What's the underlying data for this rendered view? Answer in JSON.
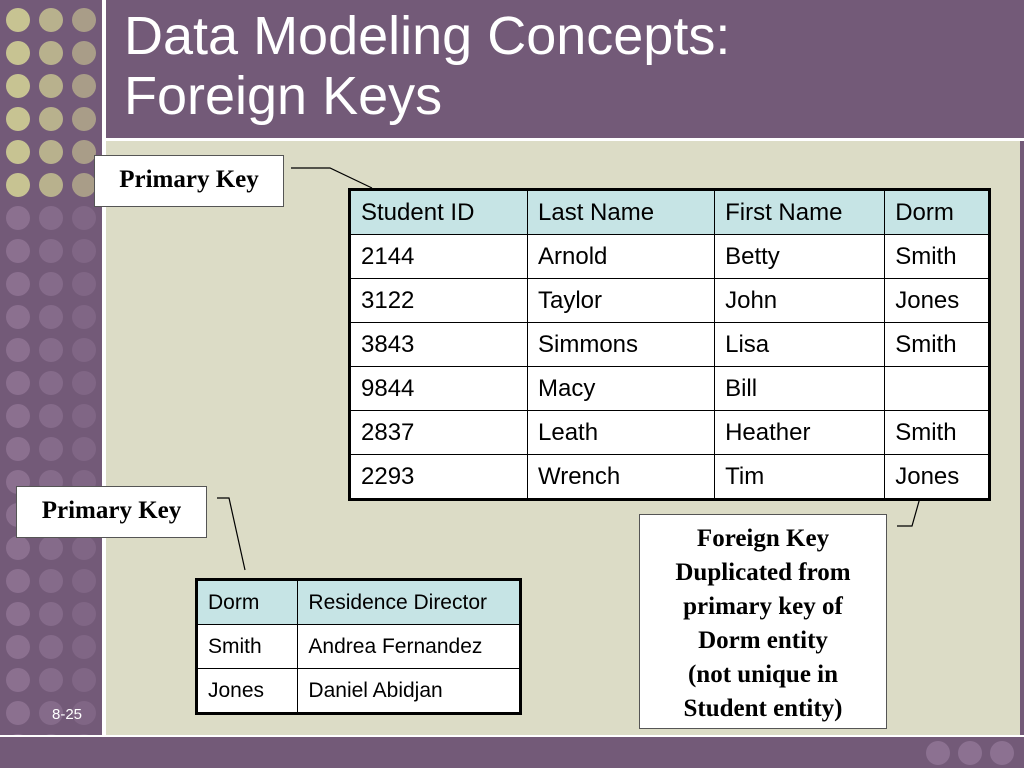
{
  "slide": {
    "title_line1": "Data Modeling Concepts:",
    "title_line2": "Foreign Keys",
    "page_number": "8-25"
  },
  "callouts": {
    "primary_key_top": "Primary Key",
    "primary_key_bottom": "Primary Key",
    "foreign_key": {
      "lines": [
        "Foreign Key",
        "Duplicated from",
        "primary key of",
        "Dorm entity",
        "(not unique in",
        "Student entity)"
      ]
    }
  },
  "student_table": {
    "headers": [
      "Student ID",
      "Last Name",
      "First Name",
      "Dorm"
    ],
    "rows": [
      [
        "2144",
        "Arnold",
        "Betty",
        "Smith"
      ],
      [
        "3122",
        "Taylor",
        "John",
        "Jones"
      ],
      [
        "3843",
        "Simmons",
        "Lisa",
        "Smith"
      ],
      [
        "9844",
        "Macy",
        "Bill",
        ""
      ],
      [
        "2837",
        "Leath",
        "Heather",
        "Smith"
      ],
      [
        "2293",
        "Wrench",
        "Tim",
        "Jones"
      ]
    ]
  },
  "dorm_table": {
    "headers": [
      "Dorm",
      "Residence Director"
    ],
    "rows": [
      [
        "Smith",
        "Andrea Fernandez"
      ],
      [
        "Jones",
        "Daniel Abidjan"
      ]
    ]
  },
  "colors": {
    "accent_purple": "#735a78",
    "content_bg": "#dcdcc6",
    "table_header": "#c6e4e5"
  }
}
